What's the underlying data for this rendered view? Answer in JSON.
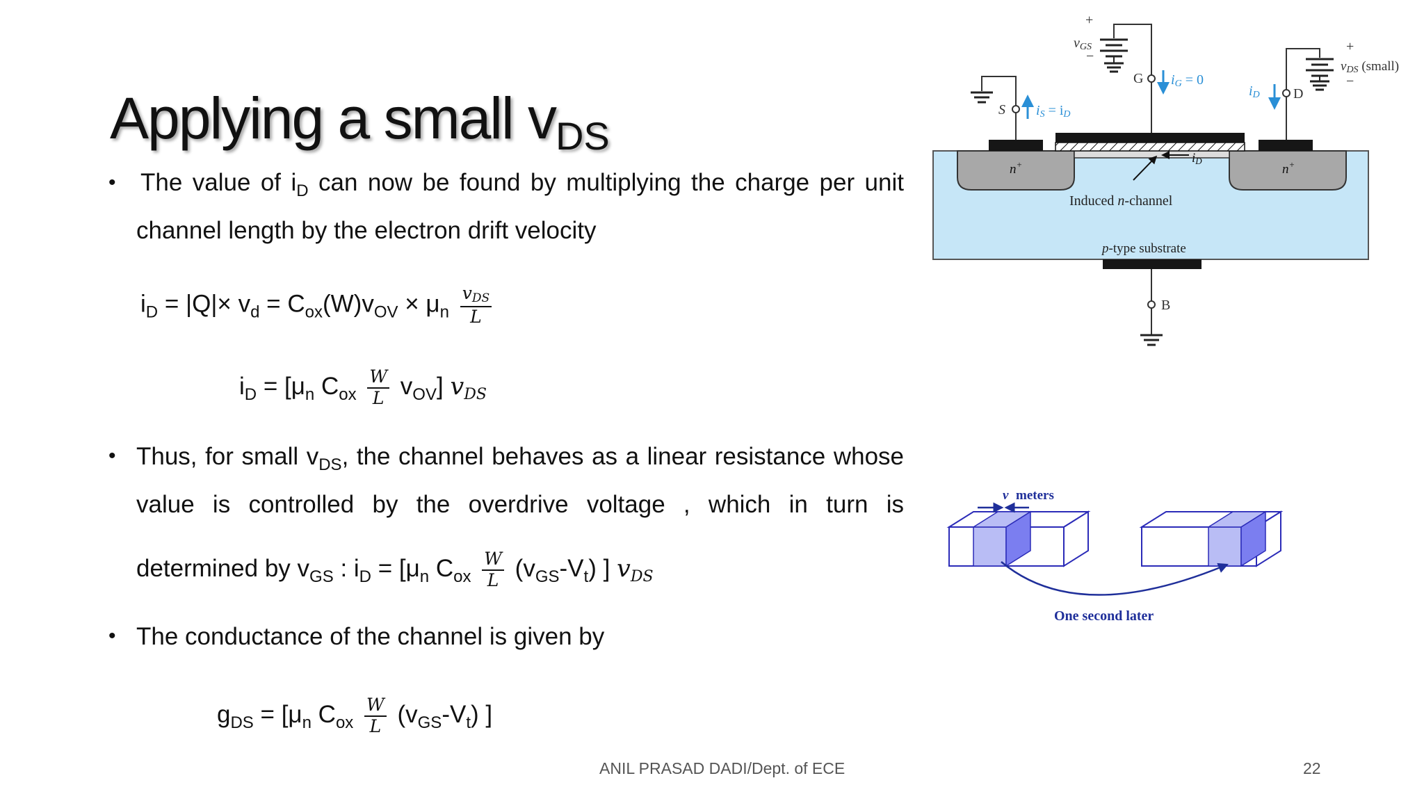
{
  "slide": {
    "title_main": "Applying a small v",
    "title_sub": "DS",
    "b1": {
      "a": "The value of i",
      "a_sub": "D",
      "b": " can now be found by multiplying the charge per unit",
      "c": "channel length by the electron drift velocity"
    },
    "eq1": {
      "i": "i",
      "i_sub": "D",
      "p1": " = |Q|× v",
      "p1_sub": "d",
      "p2": " = C",
      "p2_sub": "ox",
      "p3": "(W)v",
      "p3_sub": "OV",
      "p4": " × μ",
      "p4_sub": "n",
      "num": "v",
      "num_sub": "DS",
      "den": "L"
    },
    "eq2": {
      "i": "i",
      "i_sub": "D",
      "p1": "  = [μ",
      "p1_sub": "n",
      "p2": " C",
      "p2_sub": "ox",
      "num": "W",
      "den": "L",
      "p3": " v",
      "p3_sub": "OV",
      "p4": "] ",
      "v": "v",
      "v_sub": "DS"
    },
    "b2": {
      "a": "Thus, for small v",
      "a_sub": "DS",
      "b": ", the channel behaves as a linear resistance whose",
      "c": "value is controlled by the overdrive voltage , which in turn is",
      "d": "determined by v",
      "d_sub": "GS",
      "e": " : i",
      "e_sub": "D",
      "f": "  = [μ",
      "f_sub": "n",
      "g": " C",
      "g_sub": "ox",
      "num": "W",
      "den": "L",
      "h": " (v",
      "h_sub": "GS",
      "i": "-V",
      "i_sub": "t",
      "j": ") ] ",
      "v": "v",
      "v_sub": "DS"
    },
    "b3": {
      "a": "The conductance of the channel is given by"
    },
    "eq3": {
      "g": "g",
      "g_sub": "DS",
      "p1": "  = [μ",
      "p1_sub": "n",
      "p2": " C",
      "p2_sub": "ox",
      "num": "W",
      "den": "L",
      "p3": " (v",
      "p3_sub": "GS",
      "p4": "-V",
      "p4_sub": "t",
      "p5": ") ]"
    },
    "footer": "ANIL PRASAD DADI/Dept. of ECE",
    "page_number": "22"
  },
  "mosfet_diagram": {
    "vgs": "v",
    "vgs_sub": "GS",
    "plus": "+",
    "minus": "−",
    "g": "G",
    "ig": "i",
    "ig_sub": "G",
    "ig_val": " = 0",
    "s": "S",
    "is": "i",
    "is_sub": "S",
    "is_eq": " = i",
    "is_eq_sub": "D",
    "d": "D",
    "id": "i",
    "id_sub": "D",
    "vds": "v",
    "vds_sub": "DS",
    "vds_note": " (small)",
    "n_plus": "n",
    "n_sup": "+",
    "id_chan": "i",
    "id_chan_sub": "D",
    "induced": "Induced ",
    "induced_n": "n",
    "induced_rest": "-channel",
    "ptype_p": "p",
    "ptype_rest": "-type substrate",
    "b": "B",
    "colors": {
      "substrate": "#c6e6f7",
      "diffusion": "#a8a8a8",
      "current": "#2a8fd6"
    }
  },
  "drift_diagram": {
    "v_label": "v",
    "meters": "meters",
    "later": "One second later",
    "colors": {
      "label": "#1f2f9a",
      "block_light": "#b9bdf5",
      "block_dark": "#7b7ef0",
      "outline": "#2b2bb8"
    }
  }
}
